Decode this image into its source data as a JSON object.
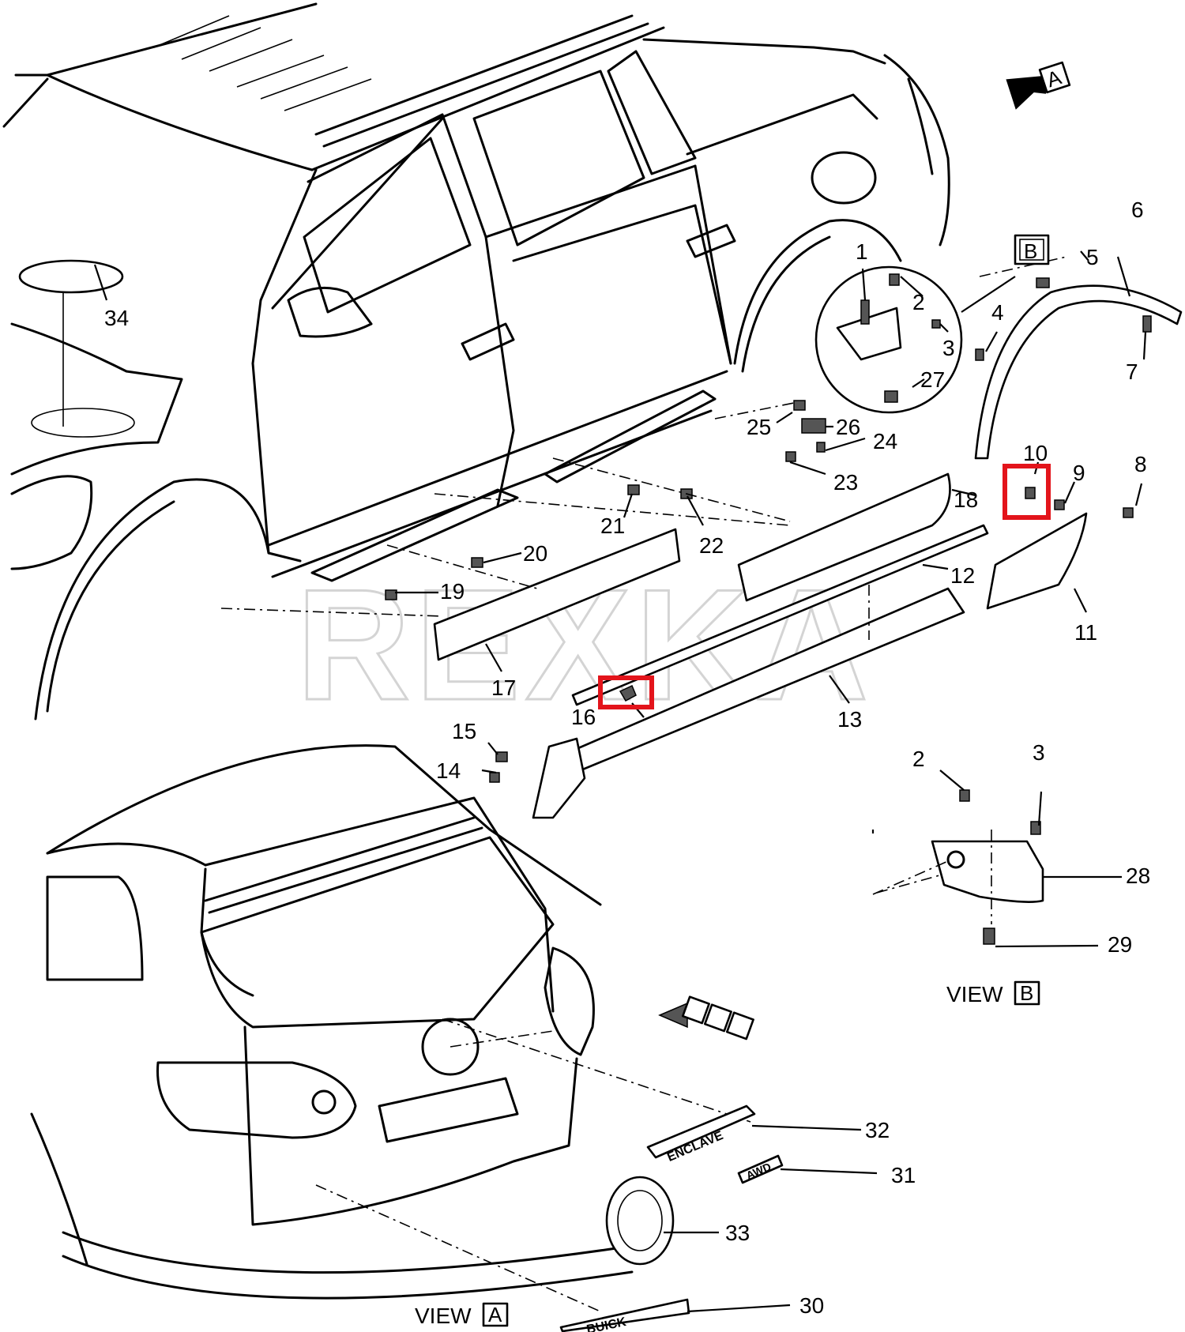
{
  "callouts": [
    "1",
    "2",
    "3",
    "4",
    "5",
    "6",
    "7",
    "8",
    "9",
    "10",
    "11",
    "12",
    "13",
    "14",
    "15",
    "16",
    "17",
    "18",
    "19",
    "20",
    "21",
    "22",
    "23",
    "24",
    "25",
    "26",
    "27",
    "28",
    "29",
    "30",
    "31",
    "32",
    "33",
    "34"
  ],
  "view_b_callouts": [
    "2",
    "3"
  ],
  "view_labels": {
    "view_a": "VIEW",
    "view_a_letter": "A",
    "view_b": "VIEW",
    "view_b_letter": "B"
  },
  "reference_boxes": {
    "arrow_a": "A",
    "detail_b": "B"
  },
  "emblems": {
    "model": "ENCLAVE",
    "drive": "AWD",
    "brand": "BUICK"
  },
  "watermark": "REXKA",
  "highlight_color": "#e3141b"
}
